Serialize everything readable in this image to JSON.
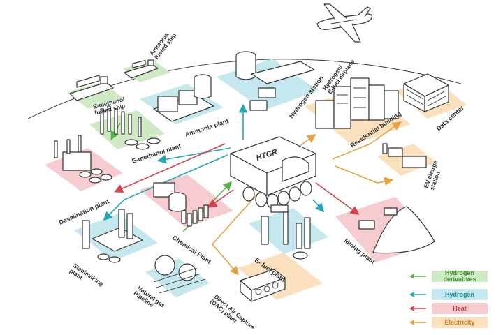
{
  "core": {
    "label": "HTGR"
  },
  "facilities": {
    "ammonia_ship": "Ammonia fueled ship",
    "emethanol_ship": "E-methanol fueled ship",
    "ammonia_plant": "Ammonia plant",
    "emethanol_plant": "E-methanol plant",
    "desalination_plant": "Desalination plant",
    "hydrogen_station": "Hydrogen station",
    "airplane": "Hydrogen/ E-fuel airplane",
    "residential": "Residential building",
    "data_center": "Data center",
    "ev_station": "EV charge station",
    "chemical_plant": "Chemical Plant",
    "steelmaking": "Steelmaking plant",
    "gas_pipeline": "Natural gas Pipeline",
    "dac_plant": "Direct Air Capture (DAC) plant",
    "efuel_plant": "E- fuel plant",
    "mining_plant": "Mining plant"
  },
  "legend": [
    {
      "label": "Hydrogen derivatives",
      "color": "#58b247",
      "bg": "#cfe9c5"
    },
    {
      "label": "Hydrogen",
      "color": "#22a7b4",
      "bg": "#c5e8ef"
    },
    {
      "label": "Heat",
      "color": "#d9414a",
      "bg": "#f7ccd0"
    },
    {
      "label": "Electricity",
      "color": "#e8a13c",
      "bg": "#fbe0bd"
    }
  ],
  "icons": [
    "airplane-icon",
    "ship-icon",
    "truck-icon",
    "bus-icon",
    "car-icon",
    "reactor-icon"
  ]
}
